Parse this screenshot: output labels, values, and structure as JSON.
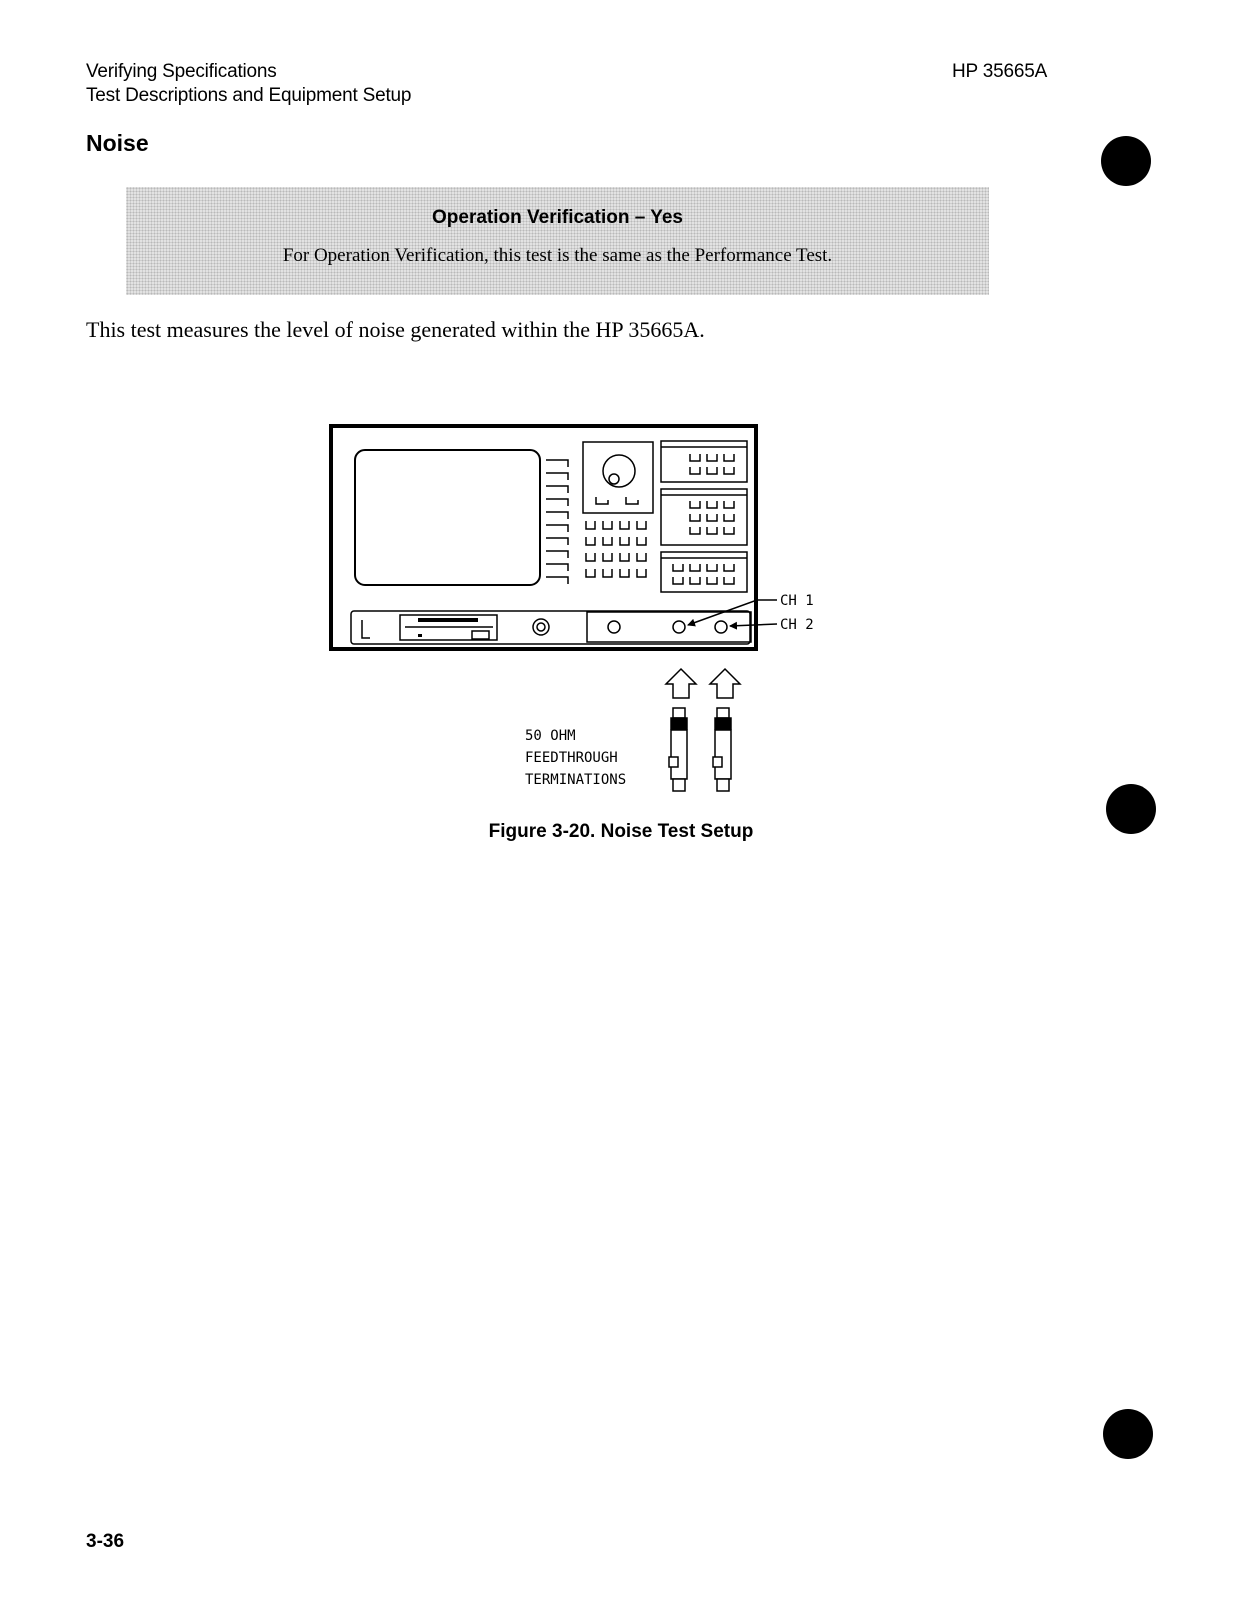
{
  "header": {
    "left_line1": "Verifying Specifications",
    "left_line2": "Test Descriptions and Equipment Setup",
    "right": "HP 35665A"
  },
  "section": {
    "title": "Noise"
  },
  "callout": {
    "title": "Operation Verification – Yes",
    "text": "For Operation Verification, this test is the same as the Performance Test."
  },
  "body": {
    "intro": "This test measures the level of noise generated within the HP 35665A."
  },
  "figure": {
    "labels": {
      "ch1": "CH 1",
      "ch2": "CH 2",
      "termination_line1": "50 OHM",
      "termination_line2": "FEEDTHROUGH",
      "termination_line3": "TERMINATIONS"
    },
    "caption": "Figure 3-20.  Noise Test Setup"
  },
  "footer": {
    "page_number": "3-36"
  }
}
